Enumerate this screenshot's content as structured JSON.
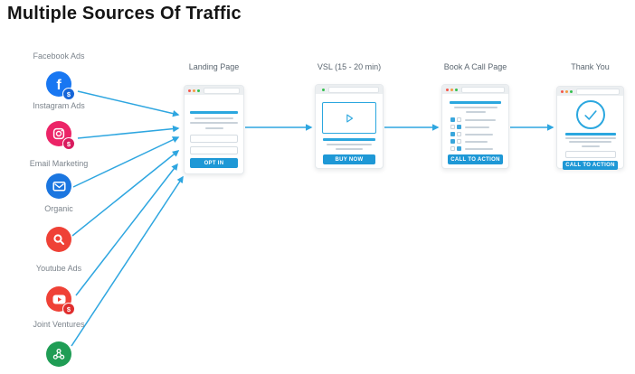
{
  "page": {
    "title": "Multiple Sources Of Traffic"
  },
  "colors": {
    "arrow_blue": "#2EA6E0",
    "button_blue": "#1E98D6",
    "accent_bar_blue": "#2BA7DF",
    "facebook_blue": "#1877F2",
    "instagram_pink": "#EC2467",
    "email_blue": "#1B76E0",
    "organic_red": "#EF4136",
    "youtube_red": "#EF4136",
    "joint_ventures_green": "#1F9D55"
  },
  "sources": [
    {
      "label": "Facebook Ads",
      "icon": "facebook-icon",
      "badge": "$"
    },
    {
      "label": "Instagram Ads",
      "icon": "instagram-icon",
      "badge": "$"
    },
    {
      "label": "Email Marketing",
      "icon": "email-icon"
    },
    {
      "label": "Organic",
      "icon": "search-icon"
    },
    {
      "label": "Youtube Ads",
      "icon": "youtube-icon",
      "badge": "$"
    },
    {
      "label": "Joint Ventures",
      "icon": "share-network-icon"
    }
  ],
  "funnel_pages": [
    {
      "title": "Landing Page",
      "button": "OPT IN"
    },
    {
      "title": "VSL (15 - 20 min)",
      "button": "BUY NOW"
    },
    {
      "title": "Book A Call Page",
      "button": "CALL TO ACTION"
    },
    {
      "title": "Thank You",
      "button": "CALL TO ACTION"
    }
  ],
  "book_call_checklist": [
    {
      "checked_first": true,
      "checked_second": false
    },
    {
      "checked_first": false,
      "checked_second": true
    },
    {
      "checked_first": true,
      "checked_second": false
    },
    {
      "checked_first": true,
      "checked_second": false
    },
    {
      "checked_first": false,
      "checked_second": true
    }
  ]
}
